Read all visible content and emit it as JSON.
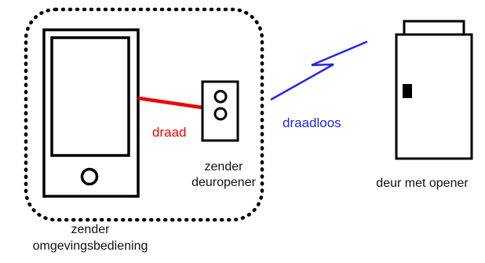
{
  "labels": {
    "wire": "draad",
    "wireless": "draadloos",
    "door_transmitter_line1": "zender",
    "door_transmitter_line2": "deuropener",
    "environment_transmitter_line1": "zender",
    "environment_transmitter_line2": "omgevingsbediening",
    "door": "deur met opener"
  },
  "colors": {
    "wire": "#f00000",
    "wireless": "#2323f0",
    "outline": "#000000",
    "background": "#ffffff"
  },
  "icons": {
    "phone": "smartphone-icon",
    "transmitter": "door-opener-transmitter-icon",
    "door": "door-with-opener-icon",
    "signal": "wireless-lightning-icon"
  }
}
